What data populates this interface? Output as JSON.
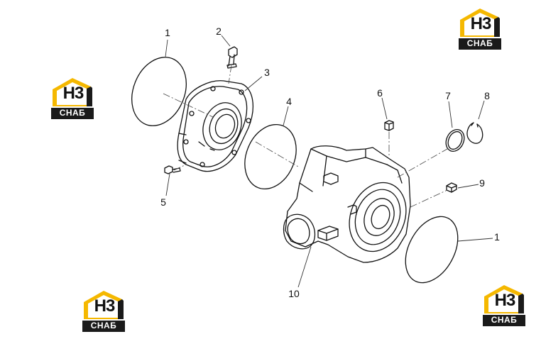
{
  "callouts": {
    "c1a": "1",
    "c2": "2",
    "c3": "3",
    "c4": "4",
    "c5": "5",
    "c6": "6",
    "c7": "7",
    "c8": "8",
    "c9": "9",
    "c1b": "1",
    "c10": "10"
  },
  "watermark": {
    "top": "H3",
    "bottom": "СНАБ",
    "accent_color": "#f5b800",
    "dark_color": "#1a1a1a"
  },
  "colors": {
    "line": "#111111",
    "leader": "#333333"
  }
}
